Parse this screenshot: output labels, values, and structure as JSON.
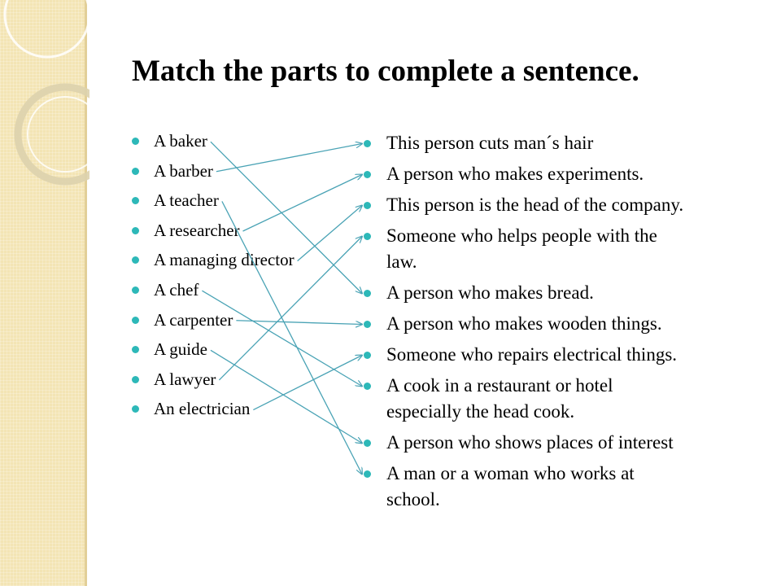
{
  "title": "Match the parts to complete a sentence.",
  "colors": {
    "bullet": "#2db8b8",
    "arrow": "#4aa3b5",
    "side_band": "#f3e4b4"
  },
  "left_items": [
    "A baker",
    "A barber",
    "A  teacher",
    "A researcher",
    "A managing director",
    "A chef",
    "A carpenter",
    "A guide",
    "A lawyer",
    "An electrician"
  ],
  "right_items": [
    {
      "lines": [
        "This person cuts man´s hair"
      ]
    },
    {
      "lines": [
        "A person who makes experiments."
      ]
    },
    {
      "lines": [
        "This person is the head of the company."
      ]
    },
    {
      "lines": [
        "Someone who helps people with the",
        "law."
      ]
    },
    {
      "lines": [
        "A person who makes bread."
      ]
    },
    {
      "lines": [
        "A person who makes wooden things."
      ]
    },
    {
      "lines": [
        "Someone who repairs electrical things."
      ]
    },
    {
      "lines": [
        "A cook in a restaurant or hotel",
        "especially the head cook."
      ]
    },
    {
      "lines": [
        "A person who shows  places of interest"
      ]
    },
    {
      "lines": [
        "A man or a woman who works at",
        "school."
      ]
    }
  ],
  "matches": [
    {
      "from": 0,
      "to": 4
    },
    {
      "from": 1,
      "to": 0
    },
    {
      "from": 2,
      "to": 9
    },
    {
      "from": 3,
      "to": 1
    },
    {
      "from": 4,
      "to": 2
    },
    {
      "from": 5,
      "to": 7
    },
    {
      "from": 6,
      "to": 5
    },
    {
      "from": 7,
      "to": 8
    },
    {
      "from": 8,
      "to": 3
    },
    {
      "from": 9,
      "to": 6
    }
  ]
}
